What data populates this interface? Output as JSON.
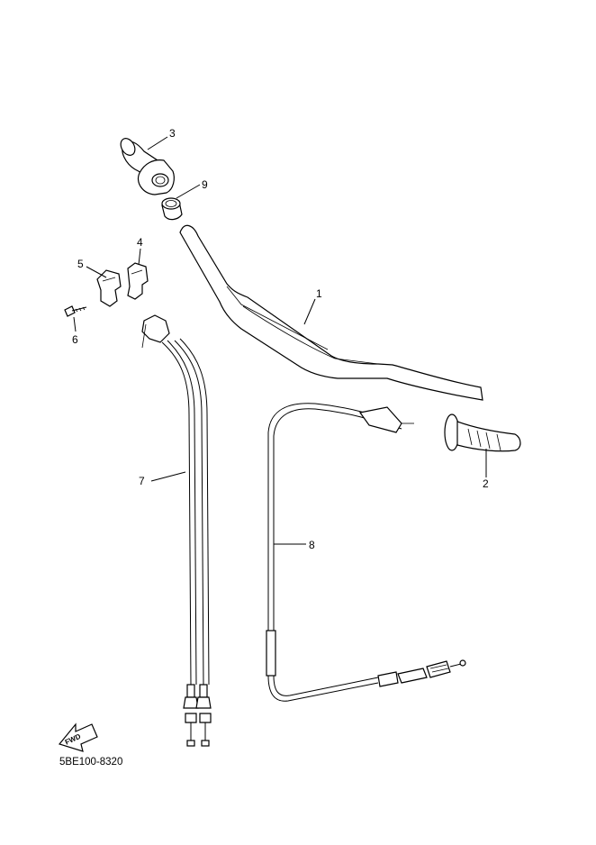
{
  "callouts": [
    {
      "id": "1",
      "text": "1"
    },
    {
      "id": "2",
      "text": "2"
    },
    {
      "id": "3",
      "text": "3"
    },
    {
      "id": "4",
      "text": "4"
    },
    {
      "id": "5",
      "text": "5"
    },
    {
      "id": "6",
      "text": "6"
    },
    {
      "id": "7",
      "text": "7"
    },
    {
      "id": "8",
      "text": "8"
    },
    {
      "id": "9",
      "text": "9"
    }
  ],
  "direction_arrow": {
    "text": "FWD"
  },
  "diagram_code": "5BE100-8320",
  "colors": {
    "ink": "#000000",
    "paper": "#ffffff"
  }
}
